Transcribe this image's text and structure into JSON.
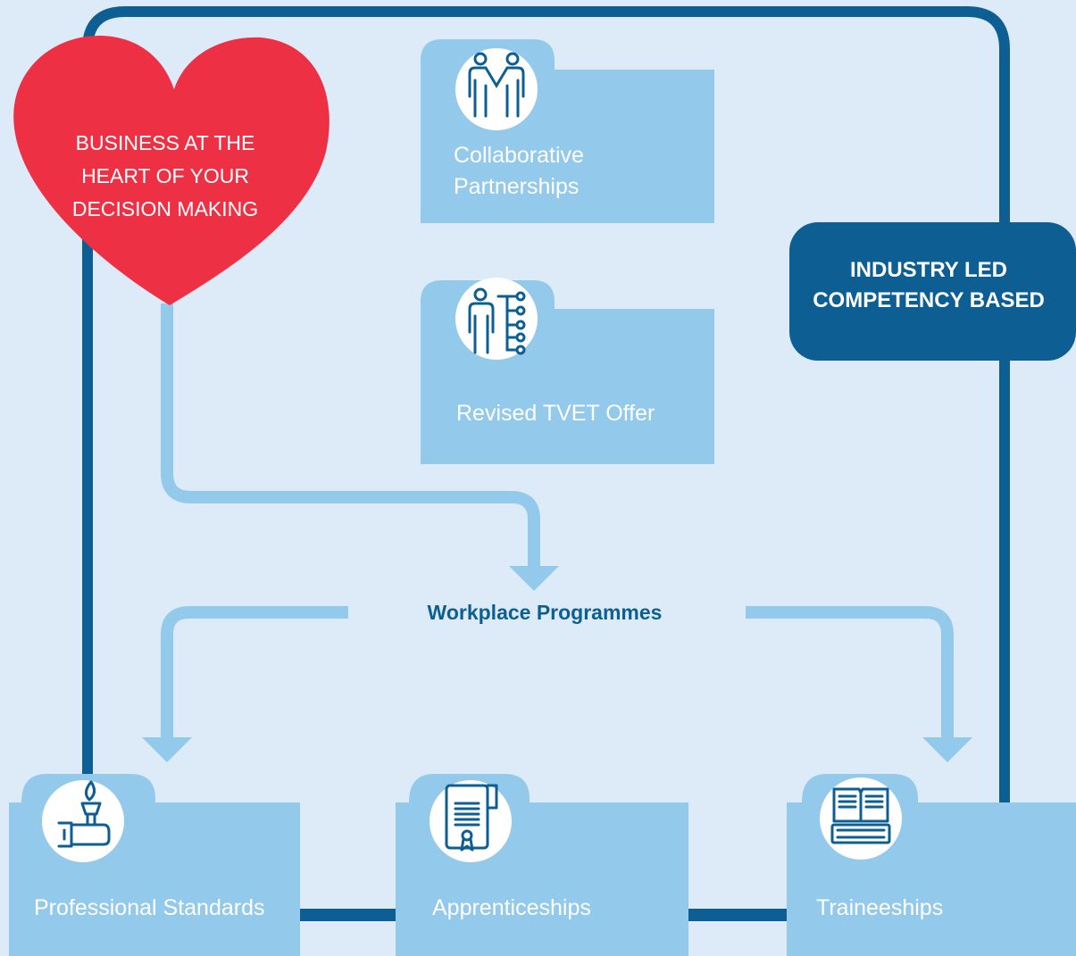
{
  "heart": {
    "text": "BUSINESS AT THE HEART OF YOUR DECISION MAKING"
  },
  "badge": {
    "line1": "INDUSTRY LED",
    "line2": "COMPETENCY BASED"
  },
  "center": {
    "label": "Workplace Programmes"
  },
  "folders": [
    {
      "id": "collaborative-partnerships",
      "line1": "Collaborative",
      "line2": "Partnerships",
      "icon": "handshake-people-icon"
    },
    {
      "id": "revised-tvet-offer",
      "label": "Revised TVET Offer",
      "icon": "person-network-icon"
    },
    {
      "id": "professional-standards",
      "label": "Professional Standards",
      "icon": "torch-hand-icon"
    },
    {
      "id": "apprenticeships",
      "label": "Apprenticeships",
      "icon": "certificate-scroll-icon"
    },
    {
      "id": "traineeships",
      "label": "Traineeships",
      "icon": "book-keyboard-icon"
    }
  ],
  "colors": {
    "background": "#ddebf8",
    "frame": "#0d5f93",
    "folder": "#93c9ea",
    "heart": "#ee3044",
    "arrow": "#93c9ea",
    "accentText": "#0d5f93"
  }
}
